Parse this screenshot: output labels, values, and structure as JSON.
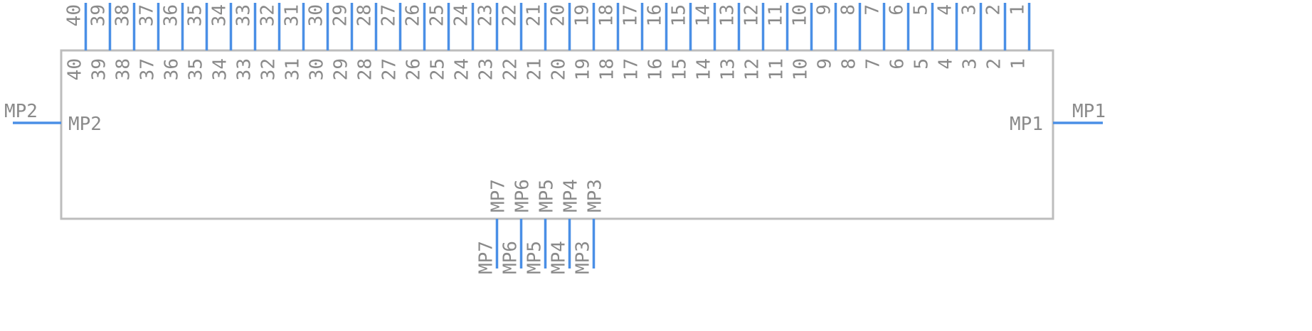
{
  "symbol": {
    "top_pins": [
      "1",
      "2",
      "3",
      "4",
      "5",
      "6",
      "7",
      "8",
      "9",
      "10",
      "11",
      "12",
      "13",
      "14",
      "15",
      "16",
      "17",
      "18",
      "19",
      "20",
      "21",
      "22",
      "23",
      "24",
      "25",
      "26",
      "27",
      "28",
      "29",
      "30",
      "31",
      "32",
      "33",
      "34",
      "35",
      "36",
      "37",
      "38",
      "39",
      "40"
    ],
    "bottom_pins": [
      "MP7",
      "MP6",
      "MP5",
      "MP4",
      "MP3"
    ],
    "left_pin": "MP2",
    "right_pin": "MP1"
  },
  "colors": {
    "pin": "#4a8fe6",
    "outline": "#bdbdbd",
    "label": "#8a8a8a"
  }
}
